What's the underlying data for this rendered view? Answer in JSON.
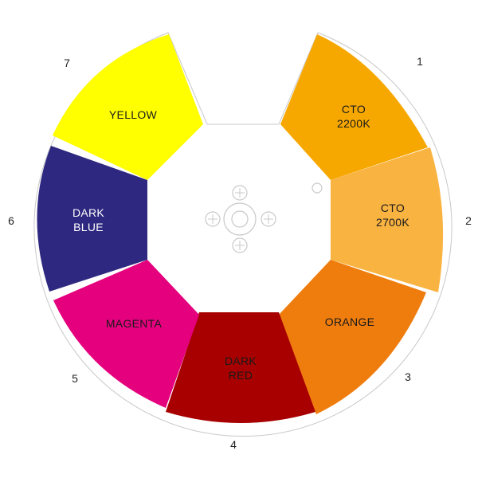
{
  "wheel": {
    "slots": [
      {
        "number": "1",
        "label_lines": [
          "CTO",
          "2200K"
        ],
        "color": "#F7A800",
        "text_color": "#1a1a1a"
      },
      {
        "number": "2",
        "label_lines": [
          "CTO",
          "2700K"
        ],
        "color": "#F9B341",
        "text_color": "#1a1a1a"
      },
      {
        "number": "3",
        "label_lines": [
          "ORANGE"
        ],
        "color": "#EF7D0E",
        "text_color": "#1a1a1a"
      },
      {
        "number": "4",
        "label_lines": [
          "DARK",
          "RED"
        ],
        "color": "#A80000",
        "text_color": "#1a1a1a"
      },
      {
        "number": "5",
        "label_lines": [
          "MAGENTA"
        ],
        "color": "#E5007E",
        "text_color": "#1a1a1a"
      },
      {
        "number": "6",
        "label_lines": [
          "DARK",
          "BLUE"
        ],
        "color": "#2E2880",
        "text_color": "#ffffff"
      },
      {
        "number": "7",
        "label_lines": [
          "YELLOW"
        ],
        "color": "#FFFF00",
        "text_color": "#1a1a1a"
      }
    ],
    "outline_color": "#c8c8c8",
    "hub_color": "#c8c8c8"
  }
}
